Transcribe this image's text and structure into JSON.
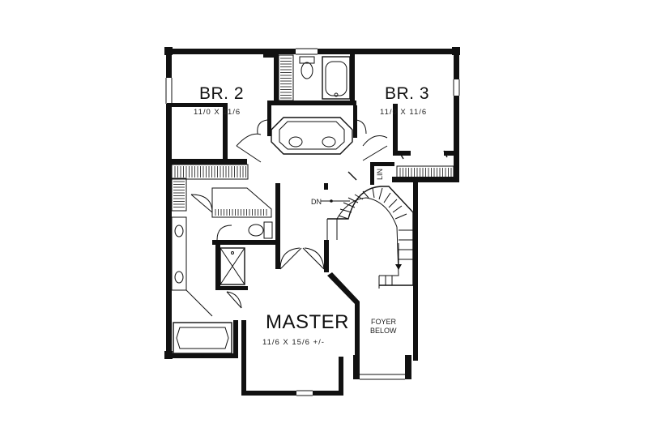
{
  "rooms": {
    "br2": {
      "name": "BR. 2",
      "size": "11/0 X 11/6"
    },
    "br3": {
      "name": "BR. 3",
      "size": "11/0 X 11/6"
    },
    "master": {
      "name": "MASTER",
      "size": "11/6 X 15/6 +/-"
    }
  },
  "labels": {
    "linen": "LIN",
    "stair_down": "DN",
    "foyer_line1": "FOYER",
    "foyer_line2": "BELOW"
  }
}
